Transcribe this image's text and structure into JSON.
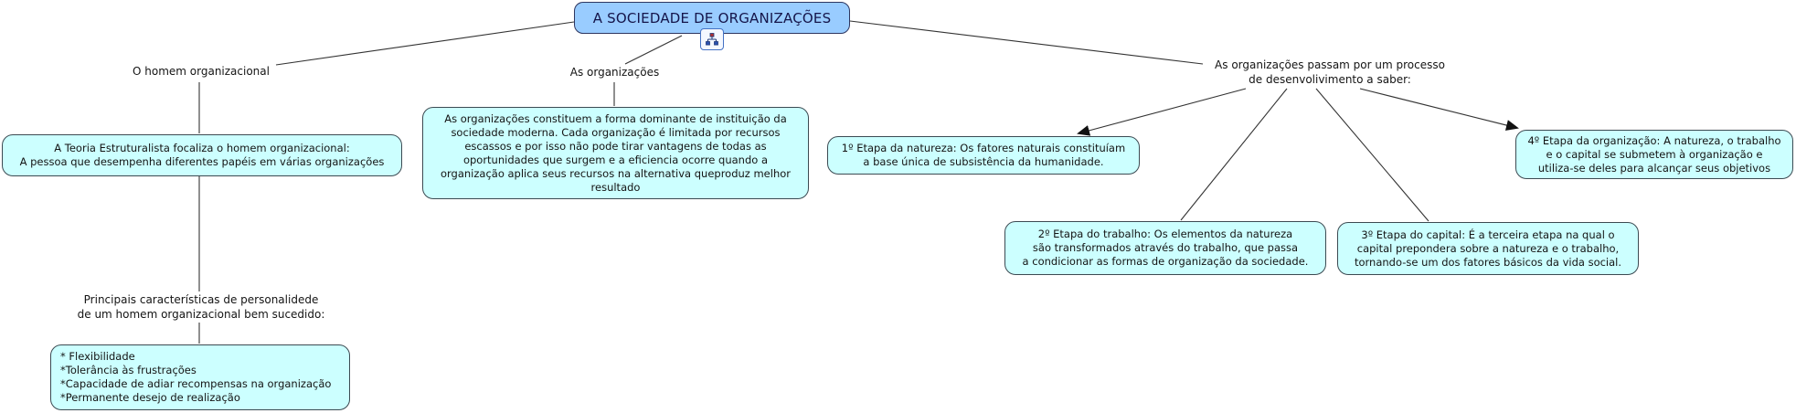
{
  "colors": {
    "title_fill": "#99ccff",
    "title_border": "#2e3660",
    "title_text": "#15154a",
    "node_fill": "#ccffff",
    "node_border": "#3c4a52",
    "node_text": "#141414",
    "line_color": "#333333",
    "canvas_bg": "#ffffff"
  },
  "title": "A SOCIEDADE DE ORGANIZAÇÕES",
  "icon": {
    "name": "org-chart-icon"
  },
  "branches": {
    "left": {
      "label": "O homem organizacional",
      "theory_box": "A Teoria Estruturalista focaliza o homem organizacional:\nA pessoa que desempenha diferentes papéis em várias organizações",
      "traits_label": "Principais características de personalidede\nde um homem organizacional  bem sucedido:",
      "traits_box": "* Flexibilidade\n*Tolerância às frustrações\n*Capacidade de adiar recompensas na organização\n*Permanente desejo de realização"
    },
    "middle": {
      "label": "As organizações",
      "box": "As organizações constituem a forma dominante de instituição da\nsociedade moderna. Cada organização é limitada por recursos\nescassos e por isso não pode tirar vantagens de todas as\noportunidades que surgem e a eficiencia ocorre quando a\norganização aplica seus recursos na alternativa queproduz melhor\nresultado"
    },
    "right": {
      "label": "As organizações passam por um processo\nde desenvolivimento a saber:",
      "stages": [
        {
          "text": "1º Etapa da natureza: Os fatores naturais constituíam\na base única de subsistência da humanidade."
        },
        {
          "text": "2º Etapa do trabalho: Os elementos da natureza\nsão transformados através do trabalho, que passa\na condicionar as formas de organização da sociedade."
        },
        {
          "text": "3º Etapa do capital: É a terceira etapa na qual o\ncapital prepondera sobre a natureza e o trabalho,\ntornando-se um dos fatores básicos da vida social."
        },
        {
          "text": "4º Etapa da organização: A natureza, o trabalho\ne o capital se submetem à organização e\nutiliza-se deles para alcançar seus objetivos"
        }
      ]
    }
  }
}
